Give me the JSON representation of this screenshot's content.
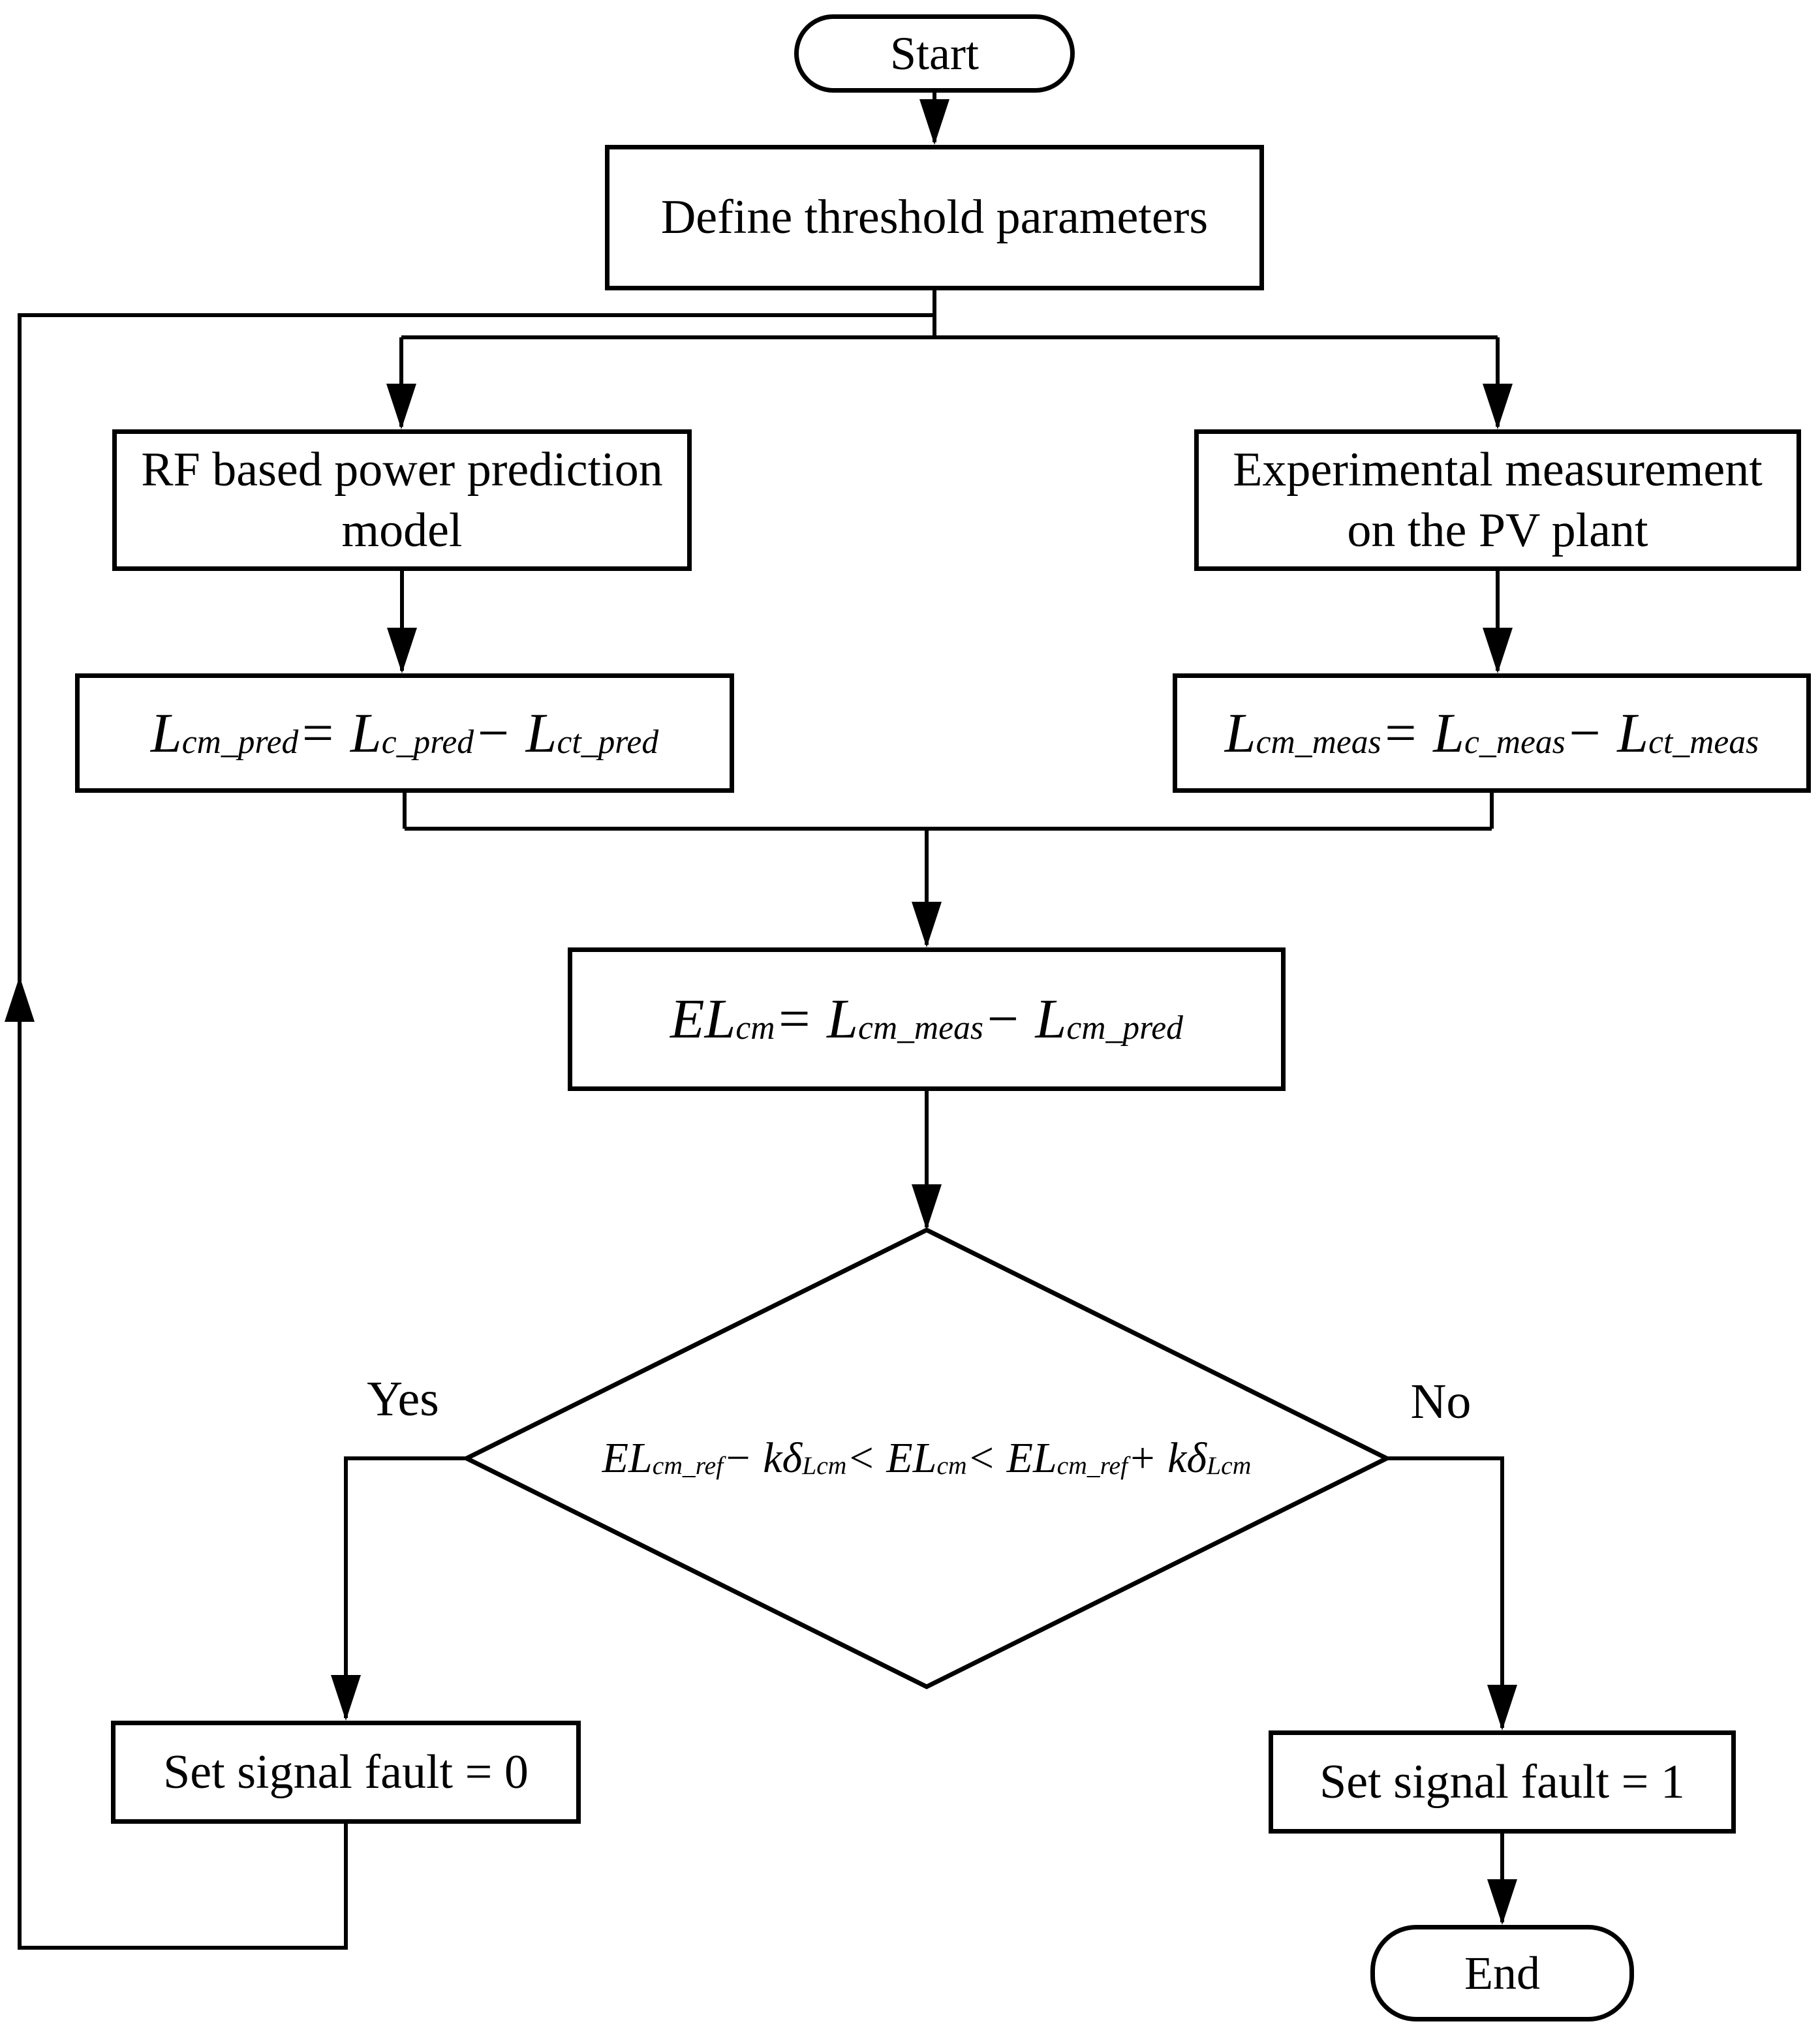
{
  "colors": {
    "line": "#000000",
    "background": "#ffffff",
    "text": "#000000"
  },
  "nodes": {
    "start": {
      "type": "terminator",
      "label": "Start"
    },
    "define": {
      "type": "process",
      "label": "Define threshold parameters"
    },
    "rf_model": {
      "type": "process",
      "label": "RF based power prediction model"
    },
    "experimental": {
      "type": "process",
      "label": "Experimental measurement on the PV plant"
    },
    "pred_formula": {
      "type": "process",
      "formula": "L~cm_pred~ = L~c_pred~ − L~ct_pred~"
    },
    "meas_formula": {
      "type": "process",
      "formula": "L~cm_meas~ = L~c_meas~ − L~ct_meas~"
    },
    "error_formula": {
      "type": "process",
      "formula": "EL~cm~ = L~cm_meas~ − L~cm_pred~"
    },
    "decision": {
      "type": "decision",
      "formula": "EL~cm_ref~ − kδ~Lcm~ < EL~cm~ < EL~cm_ref~ + kδ~Lcm~"
    },
    "fault_zero": {
      "type": "process",
      "label": "Set signal fault = 0"
    },
    "fault_one": {
      "type": "process",
      "label": "Set signal fault = 1"
    },
    "end": {
      "type": "terminator",
      "label": "End"
    }
  },
  "edges": {
    "yes_label": "Yes",
    "no_label": "No"
  }
}
